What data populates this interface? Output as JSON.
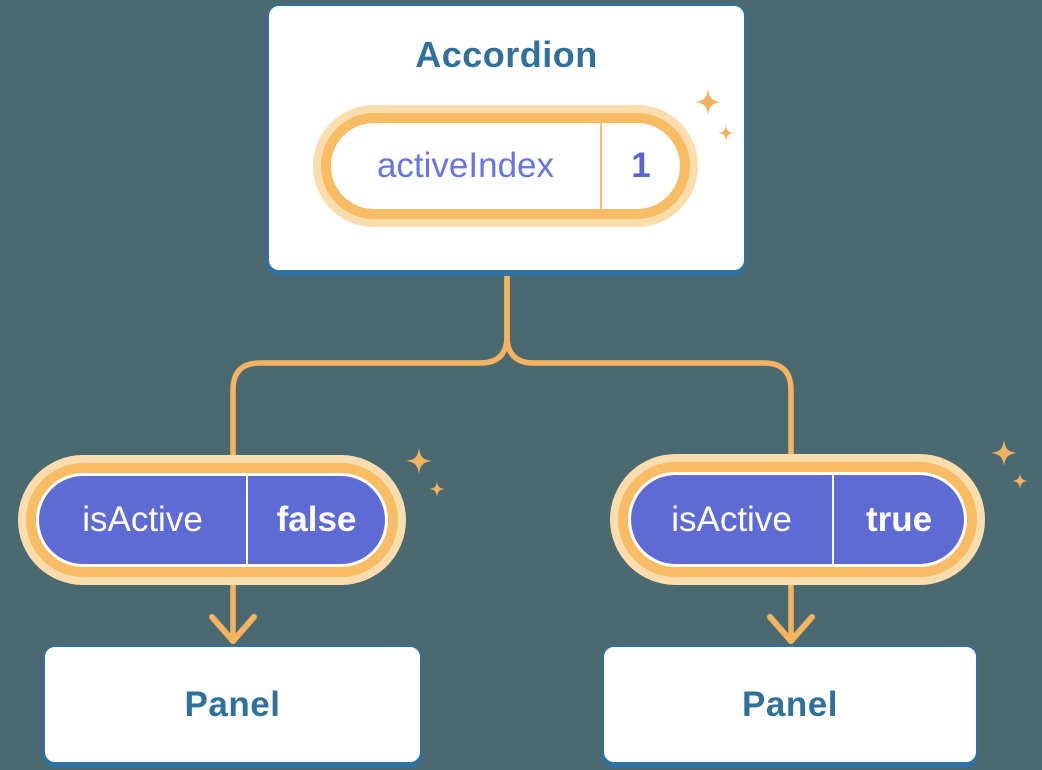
{
  "diagram": {
    "root": {
      "title": "Accordion",
      "state": {
        "label": "activeIndex",
        "value": "1"
      }
    },
    "children": [
      {
        "state": {
          "label": "isActive",
          "value": "false"
        },
        "panel": "Panel"
      },
      {
        "state": {
          "label": "isActive",
          "value": "true"
        },
        "panel": "Panel"
      }
    ],
    "icons": {
      "sparkle": "sparkle-icon",
      "arrow": "arrowhead-down-icon"
    }
  },
  "colors": {
    "background": "#4A6970",
    "card_background": "#FFFFFF",
    "card_border_blue": "#2F72A1",
    "blue_text": "#2F719C",
    "purple_fill": "#5F6BD5",
    "purple_label_text": "#6774E3",
    "purple_value_text": "#5964CE",
    "orange_halo": "#FBDCAC",
    "orange_ring": "#F7BC64",
    "orange_divider": "#F6BE6A",
    "connector_line": "#F4B45F",
    "sparkle": "#F2B360",
    "white_text": "#FFFFFF"
  }
}
